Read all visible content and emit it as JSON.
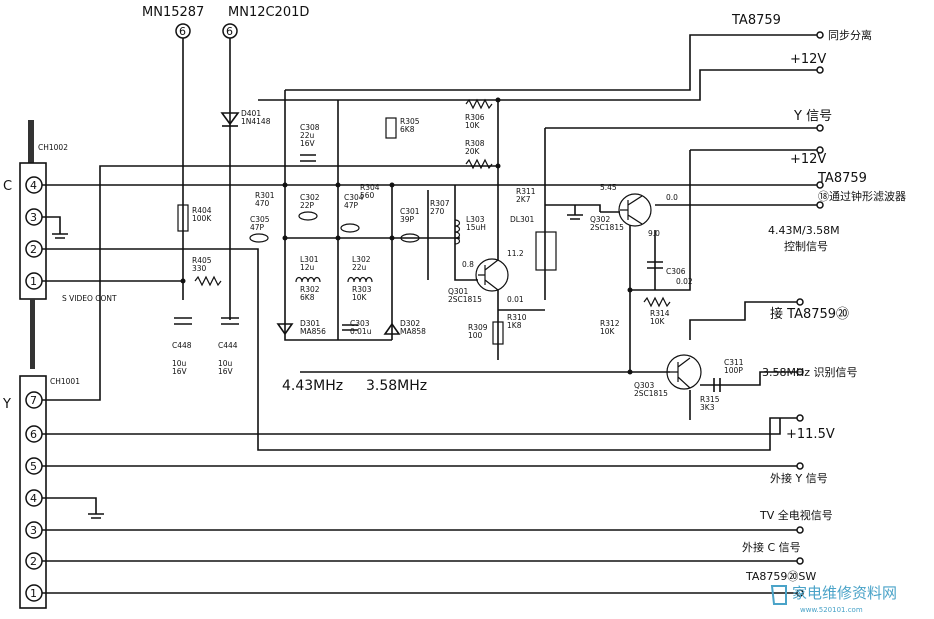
{
  "top_labels": {
    "mn15287": "MN15287",
    "mn12c201d": "MN12C201D",
    "six_a": "6",
    "six_b": "6"
  },
  "connectors": {
    "c_letter": "C",
    "y_letter": "Y",
    "ch1002": "CH1002",
    "ch1001": "CH1001",
    "c_pins": [
      "4",
      "3",
      "2",
      "1"
    ],
    "y_pins": [
      "7",
      "6",
      "5",
      "4",
      "3",
      "2",
      "1"
    ],
    "s_video_cont": "S VIDEO CONT"
  },
  "right_labels": {
    "ta8759_top": "TA8759",
    "sync_sep": "同步分离",
    "plus12v_a": "+12V",
    "y_signal": "Y 信号",
    "plus12v_b": "+12V",
    "ta8759_mid": "TA8759",
    "bell_filter": "⑱通过钟形滤波器",
    "ctrl_443": "4.43M/3.58M",
    "ctrl_sig": "控制信号",
    "to_ta8759_20": "接 TA8759⑳",
    "id_358": "3.58MHz 识别信号",
    "plus11_5v": "+11.5V",
    "ext_y": "外接 Y 信号",
    "tv_full": "TV 全电视信号",
    "ext_c": "外接 C 信号",
    "ta8759_sw": "TA8759⑳SW"
  },
  "freq_labels": {
    "f443": "4.43MHz",
    "f358": "3.58MHz"
  },
  "components": {
    "d401": "D401",
    "d401_type": "1N4148",
    "r404": "R404",
    "r404_val": "100K",
    "r405": "R405",
    "r405_val": "330",
    "c448": "C448",
    "c448_v1": "10u",
    "c448_v2": "16V",
    "c444": "C444",
    "c444_v1": "10u",
    "c444_v2": "16V",
    "c308": "C308",
    "c308_v1": "22u",
    "c308_v2": "16V",
    "r305": "R305",
    "r305_val": "6K8",
    "r306": "R306",
    "r306_val": "10K",
    "r308": "R308",
    "r308_val": "20K",
    "r301": "R301",
    "r301_val": "470",
    "c305": "C305",
    "c305_val": "47P",
    "c302": "C302",
    "c302_val": "22P",
    "c304": "C304",
    "c304_val": "47P",
    "r304": "R304",
    "r304_val": "560",
    "c301": "C301",
    "c301_val": "39P",
    "r307": "R307",
    "r307_val": "270",
    "l303": "L303",
    "l303_val": "15uH",
    "l301": "L301",
    "l301_val": "12u",
    "l302": "L302",
    "l302_val": "22u",
    "r302": "R302",
    "r302_val": "6K8",
    "r303": "R303",
    "r303_val": "10K",
    "d301": "D301",
    "d301_type": "MA856",
    "c303": "C303",
    "c303_val": "0.01u",
    "d302": "D302",
    "d302_type": "MA858",
    "q301": "Q301",
    "q301_type": "2SC1815",
    "v_q301_c": "11.2",
    "v_q301_b": "0.8",
    "v_q301_e": "0.01",
    "r310": "R310",
    "r310_val": "1K8",
    "r309": "R309",
    "r309_val": "100",
    "r311": "R311",
    "r311_val": "2K7",
    "dl301": "DL301",
    "q302": "Q302",
    "q302_type": "2SC1815",
    "v_q302_b": "5.45",
    "v_q302_c": "0.0",
    "v_q302_e": "9.0",
    "c306": "C306",
    "c306_val": "0.02",
    "r312": "R312",
    "r312_val": "10K",
    "r314": "R314",
    "r314_val": "10K",
    "q303": "Q303",
    "q303_type": "2SC1815",
    "c311": "C311",
    "c311_val": "100P",
    "r315": "R315",
    "r315_val": "3K3"
  },
  "watermark": {
    "text": "家电维修资料网",
    "url": "www.520101.com"
  }
}
